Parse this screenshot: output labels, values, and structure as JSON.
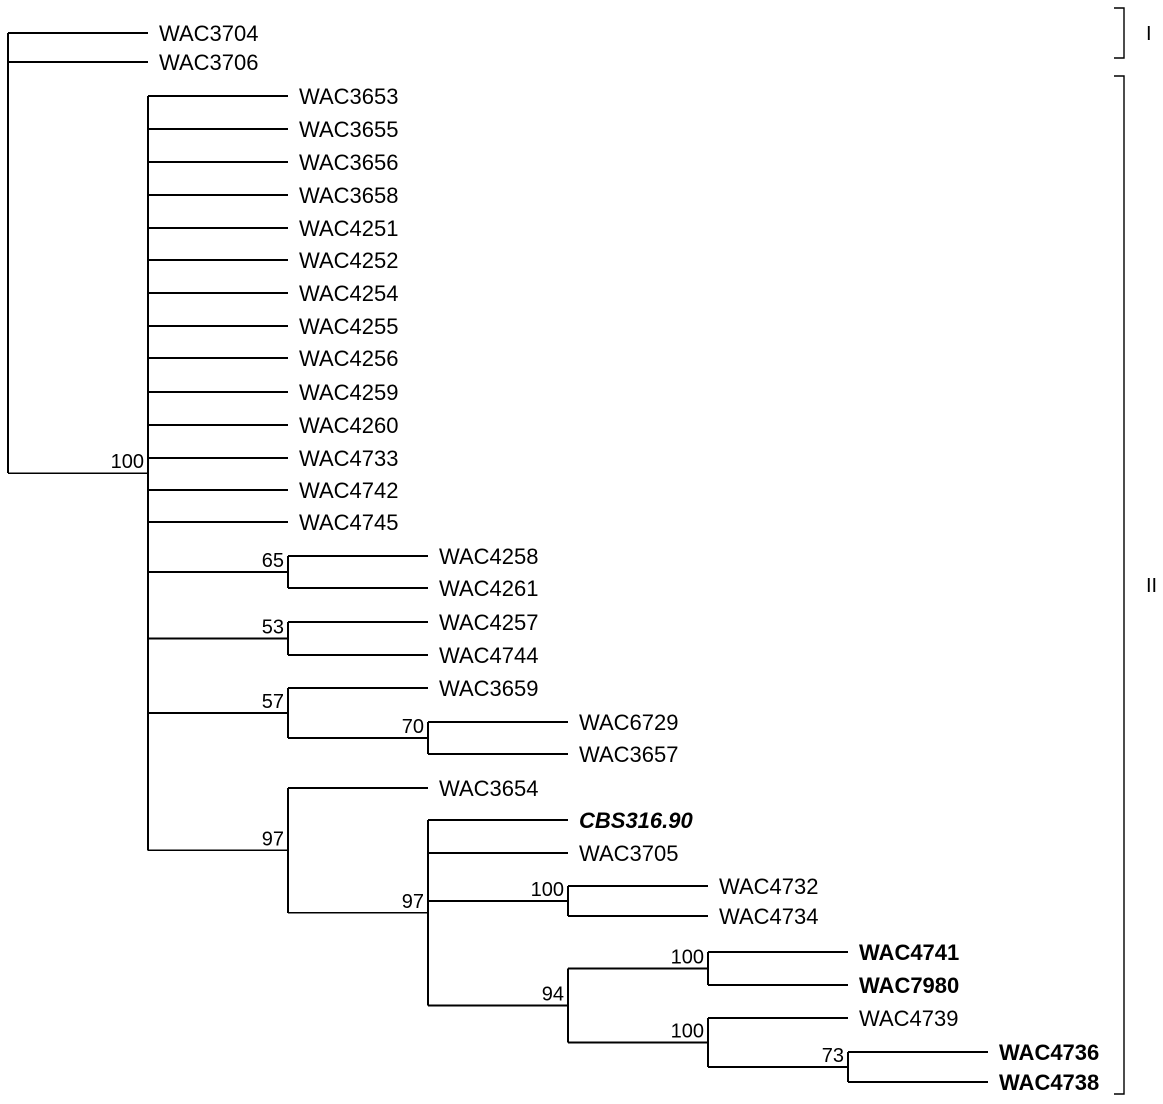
{
  "tree": {
    "taxa": [
      {
        "id": "WAC3704",
        "label": "WAC3704",
        "style": "normal"
      },
      {
        "id": "WAC3706",
        "label": "WAC3706",
        "style": "normal"
      },
      {
        "id": "WAC3653",
        "label": "WAC3653",
        "style": "normal"
      },
      {
        "id": "WAC3655",
        "label": "WAC3655",
        "style": "normal"
      },
      {
        "id": "WAC3656",
        "label": "WAC3656",
        "style": "normal"
      },
      {
        "id": "WAC3658",
        "label": "WAC3658",
        "style": "normal"
      },
      {
        "id": "WAC4251",
        "label": "WAC4251",
        "style": "normal"
      },
      {
        "id": "WAC4252",
        "label": "WAC4252",
        "style": "normal"
      },
      {
        "id": "WAC4254",
        "label": "WAC4254",
        "style": "normal"
      },
      {
        "id": "WAC4255",
        "label": "WAC4255",
        "style": "normal"
      },
      {
        "id": "WAC4256",
        "label": "WAC4256",
        "style": "normal"
      },
      {
        "id": "WAC4259",
        "label": "WAC4259",
        "style": "normal"
      },
      {
        "id": "WAC4260",
        "label": "WAC4260",
        "style": "normal"
      },
      {
        "id": "WAC4733",
        "label": "WAC4733",
        "style": "normal"
      },
      {
        "id": "WAC4742",
        "label": "WAC4742",
        "style": "normal"
      },
      {
        "id": "WAC4745",
        "label": "WAC4745",
        "style": "normal"
      },
      {
        "id": "WAC4258",
        "label": "WAC4258",
        "style": "normal"
      },
      {
        "id": "WAC4261",
        "label": "WAC4261",
        "style": "normal"
      },
      {
        "id": "WAC4257",
        "label": "WAC4257",
        "style": "normal"
      },
      {
        "id": "WAC4744",
        "label": "WAC4744",
        "style": "normal"
      },
      {
        "id": "WAC3659",
        "label": "WAC3659",
        "style": "normal"
      },
      {
        "id": "WAC6729",
        "label": "WAC6729",
        "style": "normal"
      },
      {
        "id": "WAC3657",
        "label": "WAC3657",
        "style": "normal"
      },
      {
        "id": "WAC3654",
        "label": "WAC3654",
        "style": "normal"
      },
      {
        "id": "CBS316.90",
        "label": "CBS316.90",
        "style": "bold-italic"
      },
      {
        "id": "WAC3705",
        "label": "WAC3705",
        "style": "normal"
      },
      {
        "id": "WAC4732",
        "label": "WAC4732",
        "style": "normal"
      },
      {
        "id": "WAC4734",
        "label": "WAC4734",
        "style": "normal"
      },
      {
        "id": "WAC4741",
        "label": "WAC4741",
        "style": "bold"
      },
      {
        "id": "WAC7980",
        "label": "WAC7980",
        "style": "bold"
      },
      {
        "id": "WAC4739",
        "label": "WAC4739",
        "style": "normal"
      },
      {
        "id": "WAC4736",
        "label": "WAC4736",
        "style": "bold"
      },
      {
        "id": "WAC4738",
        "label": "WAC4738",
        "style": "bold"
      }
    ],
    "support_values": {
      "clade_II": "100",
      "WAC4258_WAC4261": "65",
      "WAC4257_WAC4744": "53",
      "WAC3659_group": "57",
      "WAC6729_WAC3657": "70",
      "WAC3654_group": "97",
      "CBS316_group": "97",
      "WAC4732_WAC4734": "100",
      "WAC4741_group": "94",
      "WAC4741_WAC7980": "100",
      "WAC4739_group": "100",
      "WAC4736_WAC4738": "73"
    },
    "clades": [
      {
        "id": "I",
        "label": "I"
      },
      {
        "id": "II",
        "label": "II"
      }
    ]
  }
}
